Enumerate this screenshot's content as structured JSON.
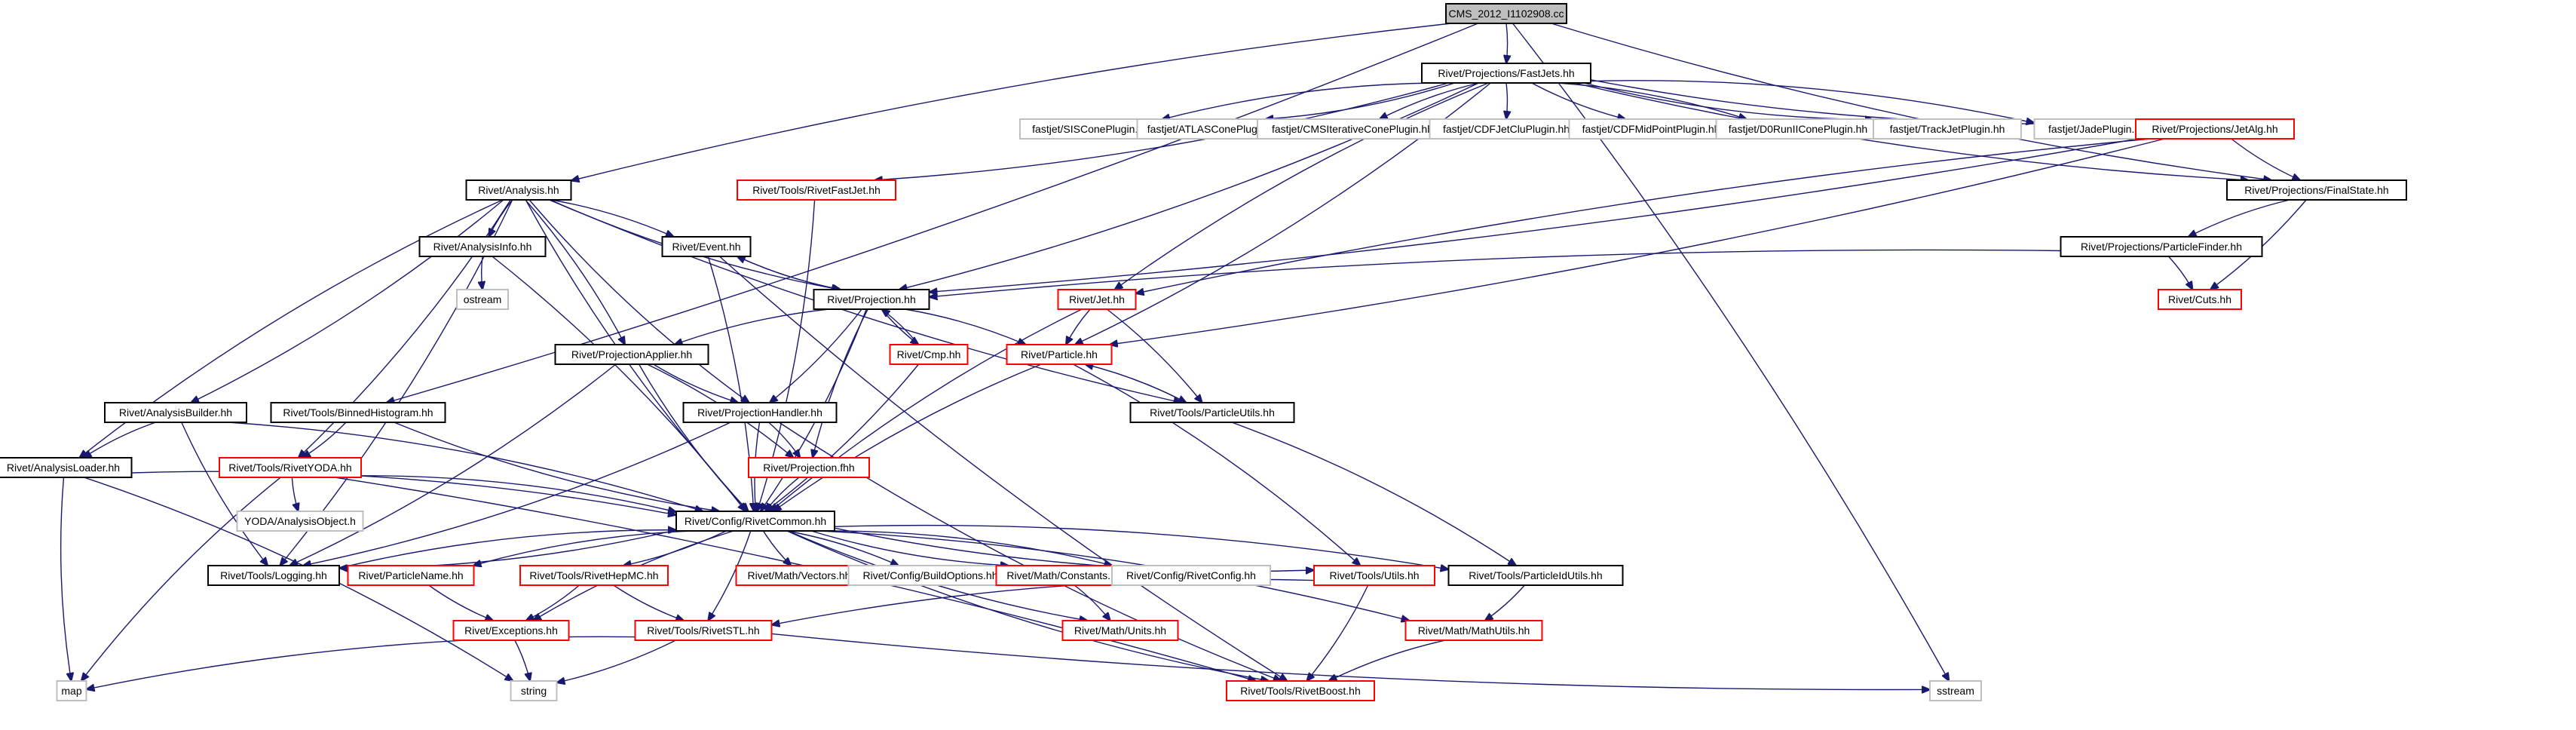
{
  "title": "CMS_2012_I1102908.cc",
  "colors": {
    "edge": "#191970",
    "documented_border": "#000000",
    "undocumented_border": "#ff0000",
    "external_border": "#bfbfbf",
    "root_fill": "#bfbfbf"
  },
  "nodes": [
    {
      "id": "root",
      "label": "CMS_2012_I1102908.cc",
      "kind": "root"
    },
    {
      "id": "fastjets",
      "label": "Rivet/Projections/FastJets.hh",
      "kind": "black"
    },
    {
      "id": "sisc",
      "label": "fastjet/SISConePlugin.hh",
      "kind": "grey"
    },
    {
      "id": "atlas",
      "label": "fastjet/ATLASConePlugin.hh",
      "kind": "grey"
    },
    {
      "id": "cmsit",
      "label": "fastjet/CMSIterativeConePlugin.hh",
      "kind": "grey"
    },
    {
      "id": "cdfclu",
      "label": "fastjet/CDFJetCluPlugin.hh",
      "kind": "grey"
    },
    {
      "id": "cdfmid",
      "label": "fastjet/CDFMidPointPlugin.hh",
      "kind": "grey"
    },
    {
      "id": "d0run2",
      "label": "fastjet/D0RunIIConePlugin.hh",
      "kind": "grey"
    },
    {
      "id": "trackjet",
      "label": "fastjet/TrackJetPlugin.hh",
      "kind": "grey"
    },
    {
      "id": "jade",
      "label": "fastjet/JadePlugin.hh",
      "kind": "grey"
    },
    {
      "id": "jetalg",
      "label": "Rivet/Projections/JetAlg.hh",
      "kind": "red"
    },
    {
      "id": "analysis",
      "label": "Rivet/Analysis.hh",
      "kind": "black"
    },
    {
      "id": "rivetfastjet",
      "label": "Rivet/Tools/RivetFastJet.hh",
      "kind": "red"
    },
    {
      "id": "finalstate",
      "label": "Rivet/Projections/FinalState.hh",
      "kind": "black"
    },
    {
      "id": "analysisinfo",
      "label": "Rivet/AnalysisInfo.hh",
      "kind": "black"
    },
    {
      "id": "event",
      "label": "Rivet/Event.hh",
      "kind": "black"
    },
    {
      "id": "particlefinder",
      "label": "Rivet/Projections/ParticleFinder.hh",
      "kind": "black"
    },
    {
      "id": "ostream",
      "label": "ostream",
      "kind": "grey"
    },
    {
      "id": "projection",
      "label": "Rivet/Projection.hh",
      "kind": "black"
    },
    {
      "id": "jet",
      "label": "Rivet/Jet.hh",
      "kind": "red"
    },
    {
      "id": "cuts",
      "label": "Rivet/Cuts.hh",
      "kind": "red"
    },
    {
      "id": "projapplier",
      "label": "Rivet/ProjectionApplier.hh",
      "kind": "black"
    },
    {
      "id": "cmp",
      "label": "Rivet/Cmp.hh",
      "kind": "red"
    },
    {
      "id": "particle",
      "label": "Rivet/Particle.hh",
      "kind": "red"
    },
    {
      "id": "analysisbuilder",
      "label": "Rivet/AnalysisBuilder.hh",
      "kind": "black"
    },
    {
      "id": "binnedhisto",
      "label": "Rivet/Tools/BinnedHistogram.hh",
      "kind": "black"
    },
    {
      "id": "projhandler",
      "label": "Rivet/ProjectionHandler.hh",
      "kind": "black"
    },
    {
      "id": "particleutils",
      "label": "Rivet/Tools/ParticleUtils.hh",
      "kind": "black"
    },
    {
      "id": "analysisloader",
      "label": "Rivet/AnalysisLoader.hh",
      "kind": "black"
    },
    {
      "id": "rivetyoda",
      "label": "Rivet/Tools/RivetYODA.hh",
      "kind": "red"
    },
    {
      "id": "projfhh",
      "label": "Rivet/Projection.fhh",
      "kind": "red"
    },
    {
      "id": "yodaao",
      "label": "YODA/AnalysisObject.h",
      "kind": "grey"
    },
    {
      "id": "rivetcommon",
      "label": "Rivet/Config/RivetCommon.hh",
      "kind": "black"
    },
    {
      "id": "logging",
      "label": "Rivet/Tools/Logging.hh",
      "kind": "black"
    },
    {
      "id": "particlename",
      "label": "Rivet/ParticleName.hh",
      "kind": "red"
    },
    {
      "id": "rivethepmc",
      "label": "Rivet/Tools/RivetHepMC.hh",
      "kind": "red"
    },
    {
      "id": "vectors",
      "label": "Rivet/Math/Vectors.hh",
      "kind": "red"
    },
    {
      "id": "buildoptions",
      "label": "Rivet/Config/BuildOptions.hh",
      "kind": "grey"
    },
    {
      "id": "constants",
      "label": "Rivet/Math/Constants.hh",
      "kind": "red"
    },
    {
      "id": "rivetconfig",
      "label": "Rivet/Config/RivetConfig.hh",
      "kind": "grey"
    },
    {
      "id": "utils",
      "label": "Rivet/Tools/Utils.hh",
      "kind": "red"
    },
    {
      "id": "particleidutils",
      "label": "Rivet/Tools/ParticleIdUtils.hh",
      "kind": "black"
    },
    {
      "id": "exceptions",
      "label": "Rivet/Exceptions.hh",
      "kind": "red"
    },
    {
      "id": "rivetstl",
      "label": "Rivet/Tools/RivetSTL.hh",
      "kind": "red"
    },
    {
      "id": "units",
      "label": "Rivet/Math/Units.hh",
      "kind": "red"
    },
    {
      "id": "mathutils",
      "label": "Rivet/Math/MathUtils.hh",
      "kind": "red"
    },
    {
      "id": "map",
      "label": "map",
      "kind": "grey"
    },
    {
      "id": "string",
      "label": "string",
      "kind": "grey"
    },
    {
      "id": "rivetboost",
      "label": "Rivet/Tools/RivetBoost.hh",
      "kind": "red"
    },
    {
      "id": "sstream",
      "label": "sstream",
      "kind": "grey"
    }
  ],
  "edges": [
    [
      "root",
      "fastjets"
    ],
    [
      "root",
      "analysis"
    ],
    [
      "root",
      "binnedhisto"
    ],
    [
      "root",
      "finalstate"
    ],
    [
      "root",
      "sstream"
    ],
    [
      "fastjets",
      "sisc"
    ],
    [
      "fastjets",
      "atlas"
    ],
    [
      "fastjets",
      "cmsit"
    ],
    [
      "fastjets",
      "cdfclu"
    ],
    [
      "fastjets",
      "cdfmid"
    ],
    [
      "fastjets",
      "d0run2"
    ],
    [
      "fastjets",
      "trackjet"
    ],
    [
      "fastjets",
      "jade"
    ],
    [
      "fastjets",
      "jetalg"
    ],
    [
      "fastjets",
      "rivetfastjet"
    ],
    [
      "fastjets",
      "finalstate"
    ],
    [
      "fastjets",
      "projection"
    ],
    [
      "fastjets",
      "jet"
    ],
    [
      "fastjets",
      "particle"
    ],
    [
      "jetalg",
      "finalstate"
    ],
    [
      "jetalg",
      "projection"
    ],
    [
      "jetalg",
      "jet"
    ],
    [
      "jetalg",
      "particle"
    ],
    [
      "analysis",
      "analysisinfo"
    ],
    [
      "analysis",
      "event"
    ],
    [
      "analysis",
      "projection"
    ],
    [
      "analysis",
      "projapplier"
    ],
    [
      "analysis",
      "projhandler"
    ],
    [
      "analysis",
      "analysisbuilder"
    ],
    [
      "analysis",
      "analysisloader"
    ],
    [
      "analysis",
      "rivetyoda"
    ],
    [
      "analysis",
      "rivetcommon"
    ],
    [
      "analysis",
      "logging"
    ],
    [
      "analysis",
      "particleutils"
    ],
    [
      "rivetfastjet",
      "rivetcommon"
    ],
    [
      "finalstate",
      "particlefinder"
    ],
    [
      "finalstate",
      "cuts"
    ],
    [
      "particlefinder",
      "projection"
    ],
    [
      "particlefinder",
      "cuts"
    ],
    [
      "analysisinfo",
      "ostream"
    ],
    [
      "analysisinfo",
      "rivetcommon"
    ],
    [
      "event",
      "projection"
    ],
    [
      "event",
      "rivetcommon"
    ],
    [
      "event",
      "rivetboost"
    ],
    [
      "projection",
      "event"
    ],
    [
      "projection",
      "projapplier"
    ],
    [
      "projection",
      "projhandler"
    ],
    [
      "projection",
      "cmp"
    ],
    [
      "projection",
      "particle"
    ],
    [
      "projection",
      "projfhh"
    ],
    [
      "projection",
      "rivetcommon"
    ],
    [
      "cmp",
      "projection"
    ],
    [
      "cmp",
      "rivetcommon"
    ],
    [
      "jet",
      "particle"
    ],
    [
      "jet",
      "particleutils"
    ],
    [
      "jet",
      "rivetcommon"
    ],
    [
      "particle",
      "particleutils"
    ],
    [
      "particle",
      "rivetcommon"
    ],
    [
      "particle",
      "utils"
    ],
    [
      "particleutils",
      "particle"
    ],
    [
      "particleutils",
      "particleidutils"
    ],
    [
      "projapplier",
      "projhandler"
    ],
    [
      "projapplier",
      "projfhh"
    ],
    [
      "projapplier",
      "rivetcommon"
    ],
    [
      "projapplier",
      "logging"
    ],
    [
      "analysisbuilder",
      "analysisloader"
    ],
    [
      "analysisbuilder",
      "rivetcommon"
    ],
    [
      "analysisbuilder",
      "logging"
    ],
    [
      "binnedhisto",
      "rivetyoda"
    ],
    [
      "binnedhisto",
      "rivetcommon"
    ],
    [
      "projhandler",
      "projfhh"
    ],
    [
      "projhandler",
      "rivetcommon"
    ],
    [
      "projhandler",
      "logging"
    ],
    [
      "projhandler",
      "rivetboost"
    ],
    [
      "analysisloader",
      "rivetcommon"
    ],
    [
      "analysisloader",
      "map"
    ],
    [
      "analysisloader",
      "string"
    ],
    [
      "rivetyoda",
      "yodaao"
    ],
    [
      "rivetyoda",
      "rivetcommon"
    ],
    [
      "rivetyoda",
      "map"
    ],
    [
      "rivetyoda",
      "rivetboost"
    ],
    [
      "projfhh",
      "rivetcommon"
    ],
    [
      "rivetcommon",
      "logging"
    ],
    [
      "rivetcommon",
      "particlename"
    ],
    [
      "rivetcommon",
      "rivethepmc"
    ],
    [
      "rivetcommon",
      "vectors"
    ],
    [
      "rivetcommon",
      "buildoptions"
    ],
    [
      "rivetcommon",
      "constants"
    ],
    [
      "rivetcommon",
      "rivetconfig"
    ],
    [
      "rivetcommon",
      "utils"
    ],
    [
      "rivetcommon",
      "particleidutils"
    ],
    [
      "rivetcommon",
      "exceptions"
    ],
    [
      "rivetcommon",
      "rivetstl"
    ],
    [
      "rivetcommon",
      "units"
    ],
    [
      "rivetcommon",
      "mathutils"
    ],
    [
      "rivetcommon",
      "rivetboost"
    ],
    [
      "logging",
      "rivetcommon"
    ],
    [
      "particlename",
      "exceptions"
    ],
    [
      "rivethepmc",
      "exceptions"
    ],
    [
      "rivethepmc",
      "rivetstl"
    ],
    [
      "constants",
      "units"
    ],
    [
      "utils",
      "rivetstl"
    ],
    [
      "utils",
      "rivetboost"
    ],
    [
      "mathutils",
      "rivetboost"
    ],
    [
      "particleidutils",
      "mathutils"
    ],
    [
      "rivetstl",
      "map"
    ],
    [
      "rivetstl",
      "string"
    ],
    [
      "rivetstl",
      "sstream"
    ],
    [
      "exceptions",
      "string"
    ]
  ]
}
